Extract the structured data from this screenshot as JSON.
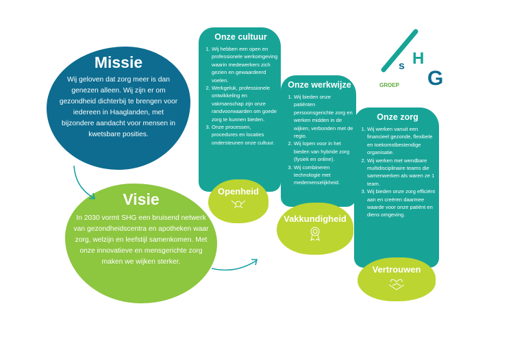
{
  "logo": {
    "letters": [
      "s",
      "H",
      "G"
    ],
    "sub": "GROEP"
  },
  "missie": {
    "title": "Missie",
    "text": "Wij geloven dat zorg meer is dan genezen alleen. Wij zijn er om gezondheid dichterbij te brengen voor iedereen in Haaglanden, met bijzondere aandacht voor mensen in kwetsbare posities."
  },
  "visie": {
    "title": "Visie",
    "text": "In 2030 vormt SHG een bruisend netwerk van gezondheidscentra en apotheken waar zorg, welzijn en leefstijl samenkomen. Met onze innovatieve en mensgerichte zorg maken we wijken sterker."
  },
  "cultuur": {
    "title": "Onze cultuur",
    "items": [
      "Wij hebben een open en professionele werkomgeving waarin medewerkers zich gezien en gewaardeerd voelen.",
      "Werkgeluk, professionele ontwikkeling en vakmanschap zijn onze randvoorwaarden om goede zorg te kunnen bieden.",
      "Onze processen, procedures en locaties ondersteunen onze cultuur."
    ],
    "value": "Openheid"
  },
  "werkwijze": {
    "title": "Onze werkwijze",
    "items": [
      "Wij bieden onze patiënten persoonsgerichte zorg en werken midden in de wijken, verbonden met de regio.",
      "Wij lopen voor in het bieden van hybride zorg (fysiek en online).",
      "Wij combineren technologie met medemenselijkheid."
    ],
    "value": "Vakkundigheid"
  },
  "zorg": {
    "title": "Onze zorg",
    "items": [
      "Wij werken vanuit een financieel gezonde, flexibele en toekomstbestendige organisatie.",
      "Wij werken met wendbare multidisciplinaire teams die samenwerken als waren ze 1 team.",
      "Wij bieden onze zorg efficiënt aan en creëren daarmee waarde voor onze patiënt en diens omgeving."
    ],
    "value": "Vertrouwen"
  },
  "colors": {
    "teal": "#17a497",
    "blue": "#0d6c90",
    "green": "#8dc63f",
    "lime": "#bcd530"
  }
}
